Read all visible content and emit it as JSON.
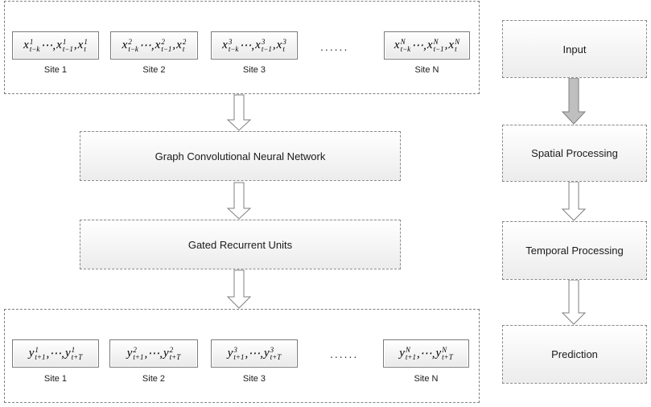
{
  "input_sites": [
    {
      "label": "Site 1",
      "seq": [
        {
          "base": "x",
          "sub": "t−k",
          "sup": "1"
        },
        {
          "text": "⋯,"
        },
        {
          "base": "x",
          "sub": "t−1",
          "sup": "1"
        },
        {
          "text": ","
        },
        {
          "base": "x",
          "sub": "t",
          "sup": "1"
        }
      ]
    },
    {
      "label": "Site 2",
      "seq": [
        {
          "base": "x",
          "sub": "t−k",
          "sup": "2"
        },
        {
          "text": "⋯,"
        },
        {
          "base": "x",
          "sub": "t−1",
          "sup": "2"
        },
        {
          "text": ","
        },
        {
          "base": "x",
          "sub": "t",
          "sup": "2"
        }
      ]
    },
    {
      "label": "Site 3",
      "seq": [
        {
          "base": "x",
          "sub": "t−k",
          "sup": "3"
        },
        {
          "text": "⋯,"
        },
        {
          "base": "x",
          "sub": "t−1",
          "sup": "3"
        },
        {
          "text": ","
        },
        {
          "base": "x",
          "sub": "t",
          "sup": "3"
        }
      ]
    },
    {
      "label": "Site N",
      "seq": [
        {
          "base": "x",
          "sub": "t−k",
          "sup": "N"
        },
        {
          "text": "⋯,"
        },
        {
          "base": "x",
          "sub": "t−1",
          "sup": "N"
        },
        {
          "text": ","
        },
        {
          "base": "x",
          "sub": "t",
          "sup": "N"
        }
      ]
    }
  ],
  "output_sites": [
    {
      "label": "Site 1",
      "seq": [
        {
          "base": "y",
          "sub": "t+1",
          "sup": "1"
        },
        {
          "text": ",⋯,"
        },
        {
          "base": "y",
          "sub": "t+T",
          "sup": "1"
        }
      ]
    },
    {
      "label": "Site 2",
      "seq": [
        {
          "base": "y",
          "sub": "t+1",
          "sup": "2"
        },
        {
          "text": ",⋯,"
        },
        {
          "base": "y",
          "sub": "t+T",
          "sup": "2"
        }
      ]
    },
    {
      "label": "Site 3",
      "seq": [
        {
          "base": "y",
          "sub": "t+1",
          "sup": "3"
        },
        {
          "text": ",⋯,"
        },
        {
          "base": "y",
          "sub": "t+T",
          "sup": "3"
        }
      ]
    },
    {
      "label": "Site N",
      "seq": [
        {
          "base": "y",
          "sub": "t+1",
          "sup": "N"
        },
        {
          "text": ",⋯,"
        },
        {
          "base": "y",
          "sub": "t+T",
          "sup": "N"
        }
      ]
    }
  ],
  "ellipsis": "......",
  "gcn_label": "Graph Convolutional Neural Network",
  "gru_label": "Gated Recurrent Units",
  "flow": {
    "input": "Input",
    "spatial": "Spatial Processing",
    "temporal": "Temporal Processing",
    "prediction": "Prediction"
  },
  "colors": {
    "frame_border": "#7f7f7f",
    "arrow_outline": "#7f7f7f",
    "arrow_filled": "#bfbfbf"
  }
}
